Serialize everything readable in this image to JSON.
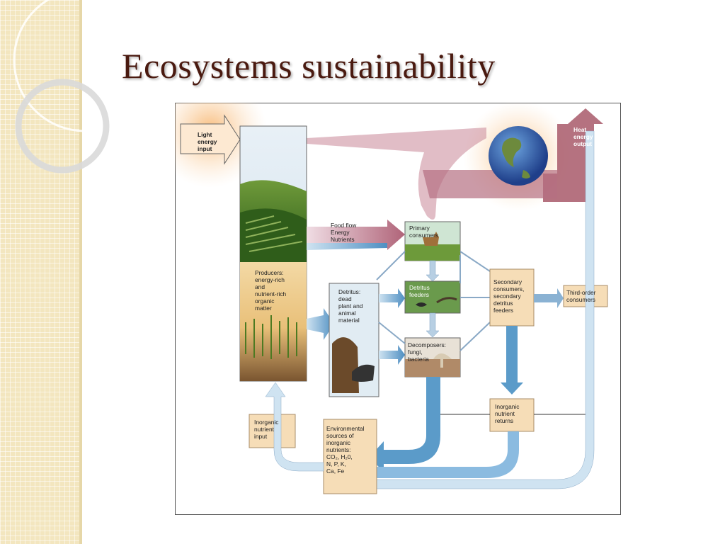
{
  "slide": {
    "title": "Ecosystems sustainability"
  },
  "diagram": {
    "light_input": [
      "Light",
      "energy",
      "input"
    ],
    "heat_output": [
      "Heat",
      "energy",
      "output"
    ],
    "flow_legend": [
      "Food flow",
      "Energy",
      "Nutrients"
    ],
    "producers": [
      "Producers:",
      "energy-rich",
      "and",
      "nutrient-rich",
      "organic",
      "matter"
    ],
    "detritus": [
      "Detritus:",
      "dead",
      "plant and",
      "animal",
      "material"
    ],
    "primary_consumers": [
      "Primary",
      "consumers"
    ],
    "detritus_feeders": [
      "Detritus",
      "feeders"
    ],
    "decomposers": [
      "Decomposers:",
      "fungi,",
      "bacteria"
    ],
    "secondary_consumers": [
      "Secondary",
      "consumers,",
      "secondary",
      "detritus",
      "feeders"
    ],
    "third_order": [
      "Third-order",
      "consumers"
    ],
    "inorganic_returns": [
      "Inorganic",
      "nutrient",
      "returns"
    ],
    "inorganic_input": [
      "Inorganic",
      "nutrient",
      "input"
    ],
    "environmental": [
      "Environmental",
      "sources of",
      "inorganic",
      "nutrients:",
      "CO₂, H₂0,",
      "N, P, K,",
      "Ca, Fe"
    ]
  },
  "colors": {
    "title": "#4a1a10",
    "heat_arrow": "#a8596a",
    "nutrient_arrow": "#5b9bc9",
    "box_fill": "#f6ddb7",
    "box_border": "#a88d6a"
  }
}
